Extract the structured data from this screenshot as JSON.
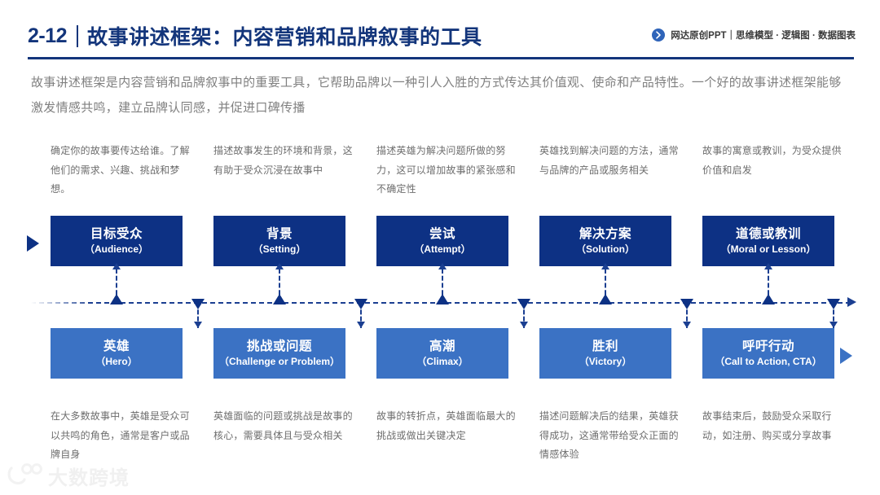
{
  "header": {
    "slide_number": "2-12",
    "title": "故事讲述框架：内容营销和品牌叙事的工具",
    "brand_icon": "chevron-right-circle-icon",
    "brand_text": "网达原创PPT｜思维模型 · 逻辑图 · 数据图表",
    "accent_color": "#13357b"
  },
  "intro": {
    "paragraph": "故事讲述框架是内容营销和品牌叙事中的重要工具，它帮助品牌以一种引人入胜的方式传达其价值观、使命和产品特性。一个好的故事讲述框架能够激发情感共鸣，建立品牌认同感，并促进口碑传播"
  },
  "diagram": {
    "top_box_color": "#0d3184",
    "bottom_box_color": "#3b72c4",
    "timeline_color": "#1b3f91",
    "steps": [
      {
        "top_note": "确定你的故事要传达给谁。了解他们的需求、兴趣、挑战和梦想。",
        "top_title_cn": "目标受众",
        "top_title_en": "（Audience）",
        "bottom_title_cn": "英雄",
        "bottom_title_en": "（Hero）",
        "bottom_note": "在大多数故事中，英雄是受众可以共鸣的角色，通常是客户或品牌自身"
      },
      {
        "top_note": "描述故事发生的环境和背景，这有助于受众沉浸在故事中",
        "top_title_cn": "背景",
        "top_title_en": "（Setting）",
        "bottom_title_cn": "挑战或问题",
        "bottom_title_en": "（Challenge or Problem）",
        "bottom_note": "英雄面临的问题或挑战是故事的核心，需要具体且与受众相关"
      },
      {
        "top_note": "描述英雄为解决问题所做的努力，这可以增加故事的紧张感和不确定性",
        "top_title_cn": "尝试",
        "top_title_en": "（Attempt）",
        "bottom_title_cn": "高潮",
        "bottom_title_en": "（Climax）",
        "bottom_note": "故事的转折点，英雄面临最大的挑战或做出关键决定"
      },
      {
        "top_note": "英雄找到解决问题的方法，通常与品牌的产品或服务相关",
        "top_title_cn": "解决方案",
        "top_title_en": "（Solution）",
        "bottom_title_cn": "胜利",
        "bottom_title_en": "（Victory）",
        "bottom_note": "描述问题解决后的结果，英雄获得成功，这通常带给受众正面的情感体验"
      },
      {
        "top_note": "故事的寓意或教训，为受众提供价值和启发",
        "top_title_cn": "道德或教训",
        "top_title_en": "（Moral or Lesson）",
        "bottom_title_cn": "呼吁行动",
        "bottom_title_en": "（Call to Action, CTA）",
        "bottom_note": "故事结束后，鼓励受众采取行动，如注册、购买或分享故事"
      }
    ]
  },
  "watermark": {
    "text": "大数跨境",
    "mark": "panda-logo-icon"
  }
}
